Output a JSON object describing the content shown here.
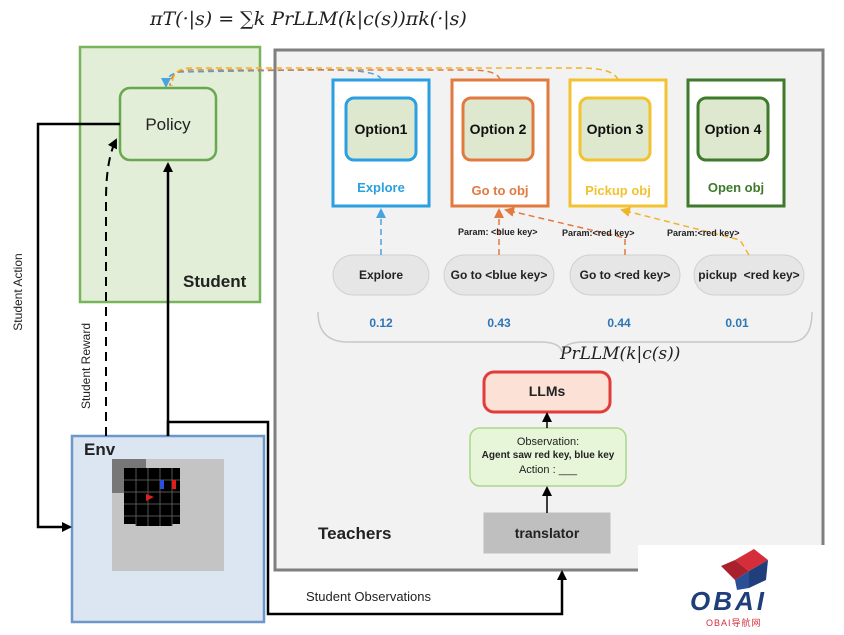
{
  "formula_top": "πT(·|s) = ∑k PrLLM(k|c(s))πk(·|s)",
  "formula_llm": "PrLLM(k|c(s))",
  "student": {
    "title": "Student",
    "policy_label": "Policy"
  },
  "teachers": {
    "title": "Teachers",
    "options": [
      {
        "label": "Option1",
        "caption": "Explore",
        "color": "#2b9fe0"
      },
      {
        "label": "Option 2",
        "caption": "Go to obj",
        "color": "#e27a3f"
      },
      {
        "label": "Option 3",
        "caption": "Pickup obj",
        "color": "#f2c230"
      },
      {
        "label": "Option 4",
        "caption": "Open obj",
        "color": "#3d7a2a"
      }
    ],
    "candidates": [
      {
        "label": "Explore",
        "prob": "0.12"
      },
      {
        "label": "Go to <blue key>",
        "prob": "0.43"
      },
      {
        "label": "Go to <red key>",
        "prob": "0.44"
      },
      {
        "label": "pickup  <red key>",
        "prob": "0.01"
      }
    ],
    "params": [
      "Param: <blue key>",
      "Param:<red key>",
      "Param:<red key>"
    ],
    "llm_label": "LLMs",
    "observation": {
      "title": "Observation:",
      "content": "Agent saw red key, blue key",
      "action": "Action : ___"
    },
    "translator_label": "translator"
  },
  "env": {
    "title": "Env"
  },
  "edges": {
    "student_action": "Student Action",
    "student_reward": "Student Reward",
    "student_observations": "Student Observations"
  },
  "watermark": {
    "logo": "OBAI",
    "sub": "OBAI导航网"
  }
}
